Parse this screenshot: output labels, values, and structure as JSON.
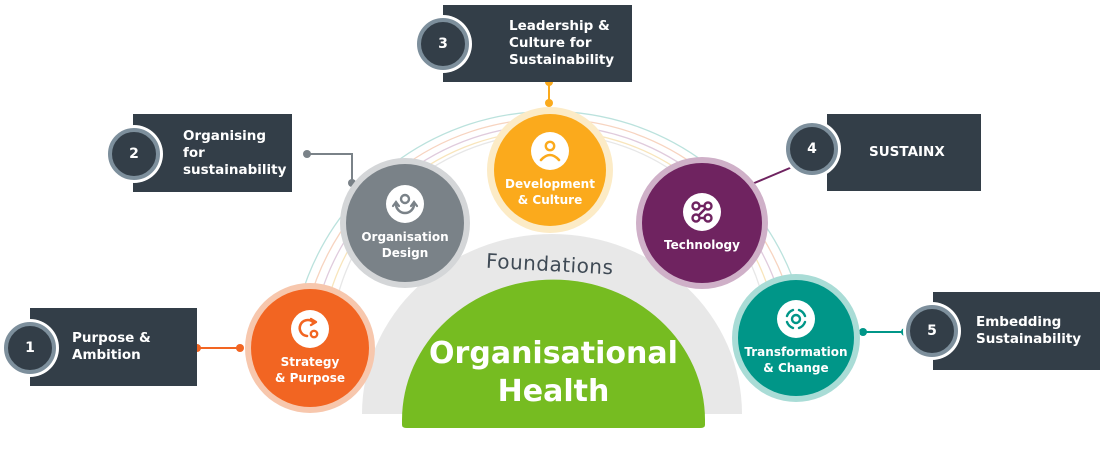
{
  "colors": {
    "box_bg": "#333e48",
    "badge_ring": "#7d8f9c",
    "strategy": "#f26522",
    "organisation": "#7a8288",
    "development": "#fbaa1c",
    "technology": "#6f2360",
    "transformation": "#009688",
    "health": "#76bc21",
    "foundations_arch": "#e6e6e6"
  },
  "center": {
    "foundations_label": "Foundations",
    "health_label": "Organisational\nHealth"
  },
  "nodes": [
    {
      "id": "strategy",
      "label": "Strategy\n& Purpose",
      "icon": "redirect-arrow-icon"
    },
    {
      "id": "organisation",
      "label": "Organisation\nDesign",
      "icon": "person-arrows-icon"
    },
    {
      "id": "development",
      "label": "Development\n& Culture",
      "icon": "person-icon"
    },
    {
      "id": "technology",
      "label": "Technology",
      "icon": "network-nodes-icon"
    },
    {
      "id": "transformation",
      "label": "Transformation\n& Change",
      "icon": "target-rings-icon"
    }
  ],
  "callouts": [
    {
      "number": "1",
      "label": "Purpose &\nAmbition"
    },
    {
      "number": "2",
      "label": "Organising for\nsustainability"
    },
    {
      "number": "3",
      "label": "Leadership &\nCulture for\nSustainability"
    },
    {
      "number": "4",
      "label": "SUSTAINX"
    },
    {
      "number": "5",
      "label": "Embedding\nSustainability"
    }
  ]
}
